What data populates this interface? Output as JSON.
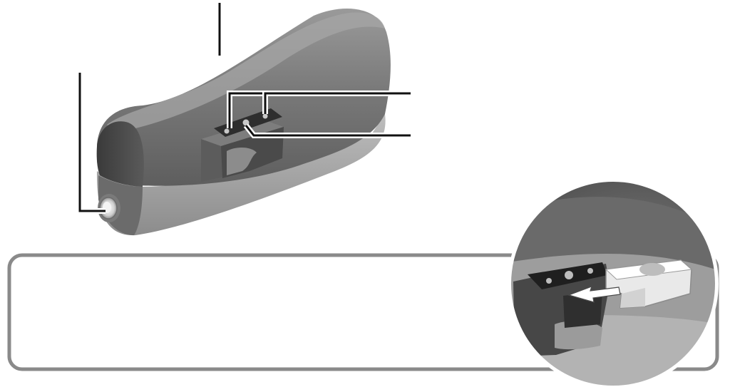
{
  "colors": {
    "background": "#ffffff",
    "body_light": "#8d8d8d",
    "body_mid": "#6f6f6f",
    "body_dark": "#3f3f3f",
    "body_lower": "#a9a9a9",
    "bracket": "#5a5a5a",
    "clip": "#e6e6e6",
    "leader": "#111111",
    "frame_border": "#8a8a8a",
    "arrow": "#ffffff"
  },
  "icons": {
    "main_part": "curved-armrest-pad",
    "button": "round-push-button",
    "bracket": "mounting-bracket",
    "clip": "slide-clip",
    "arrow": "insert-direction-arrow"
  },
  "callouts": {
    "count": 4,
    "targets": [
      "pad-top",
      "front-button",
      "bracket-screw-hole-1",
      "bracket-screw-hole-2"
    ]
  },
  "detail_panel": {
    "shape": "rounded-rectangle",
    "contains_zoom_circle": true
  }
}
